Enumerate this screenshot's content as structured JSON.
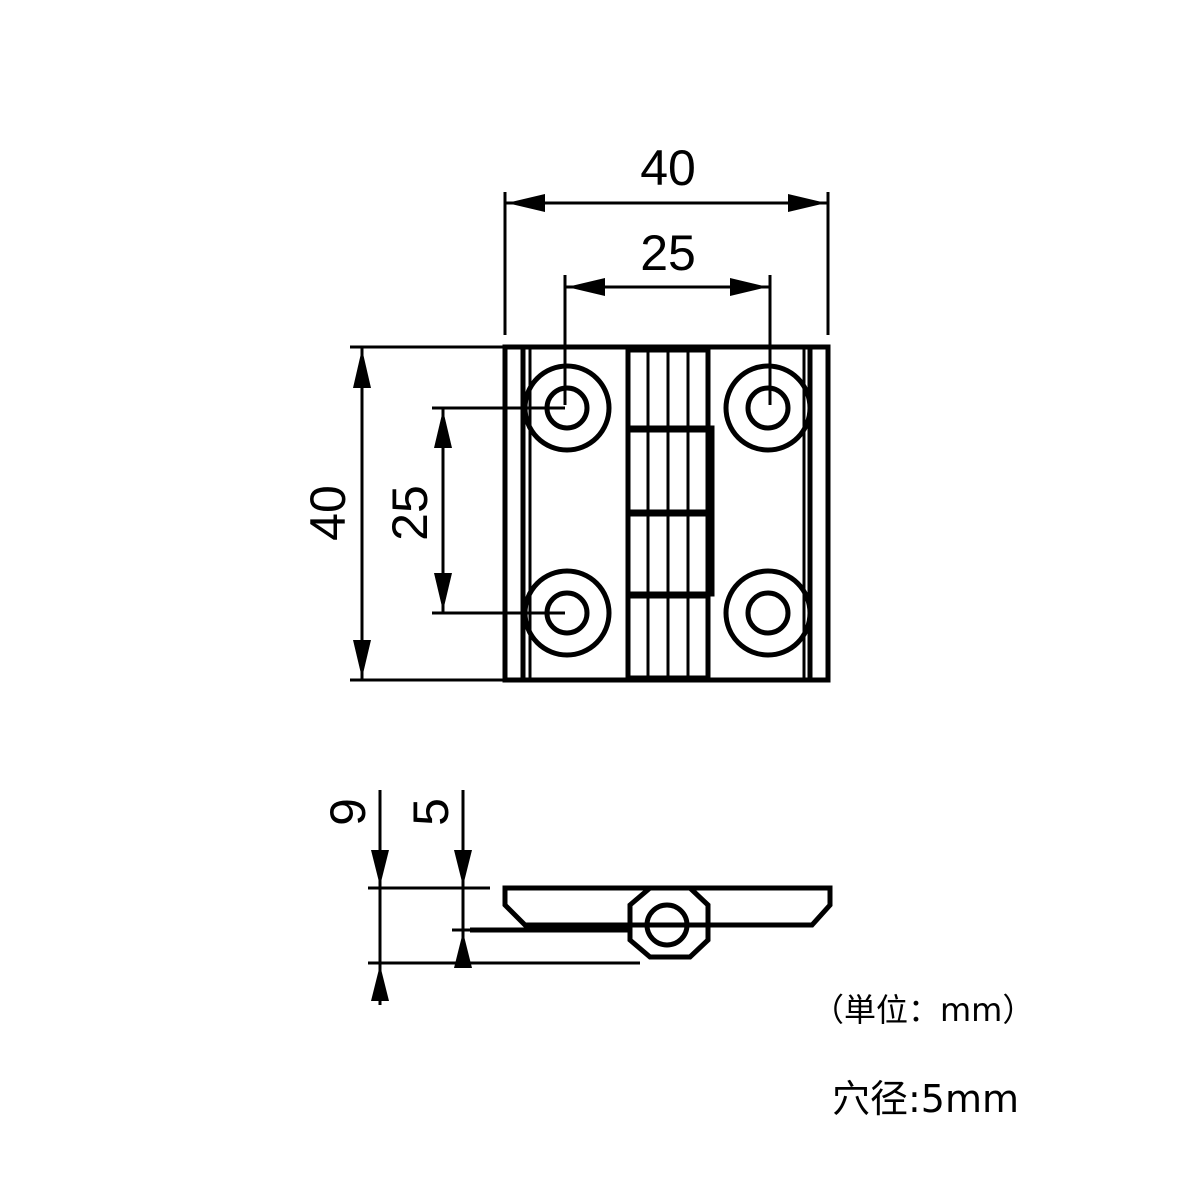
{
  "dimensions": {
    "top_width_overall": "40",
    "top_width_holes": "25",
    "left_height_overall": "40",
    "left_height_holes": "25",
    "side_thickness_total": "9",
    "side_thickness_leaf": "5"
  },
  "notes": {
    "unit": "（単位：mm）",
    "hole_diameter": "穴径:5mm"
  }
}
